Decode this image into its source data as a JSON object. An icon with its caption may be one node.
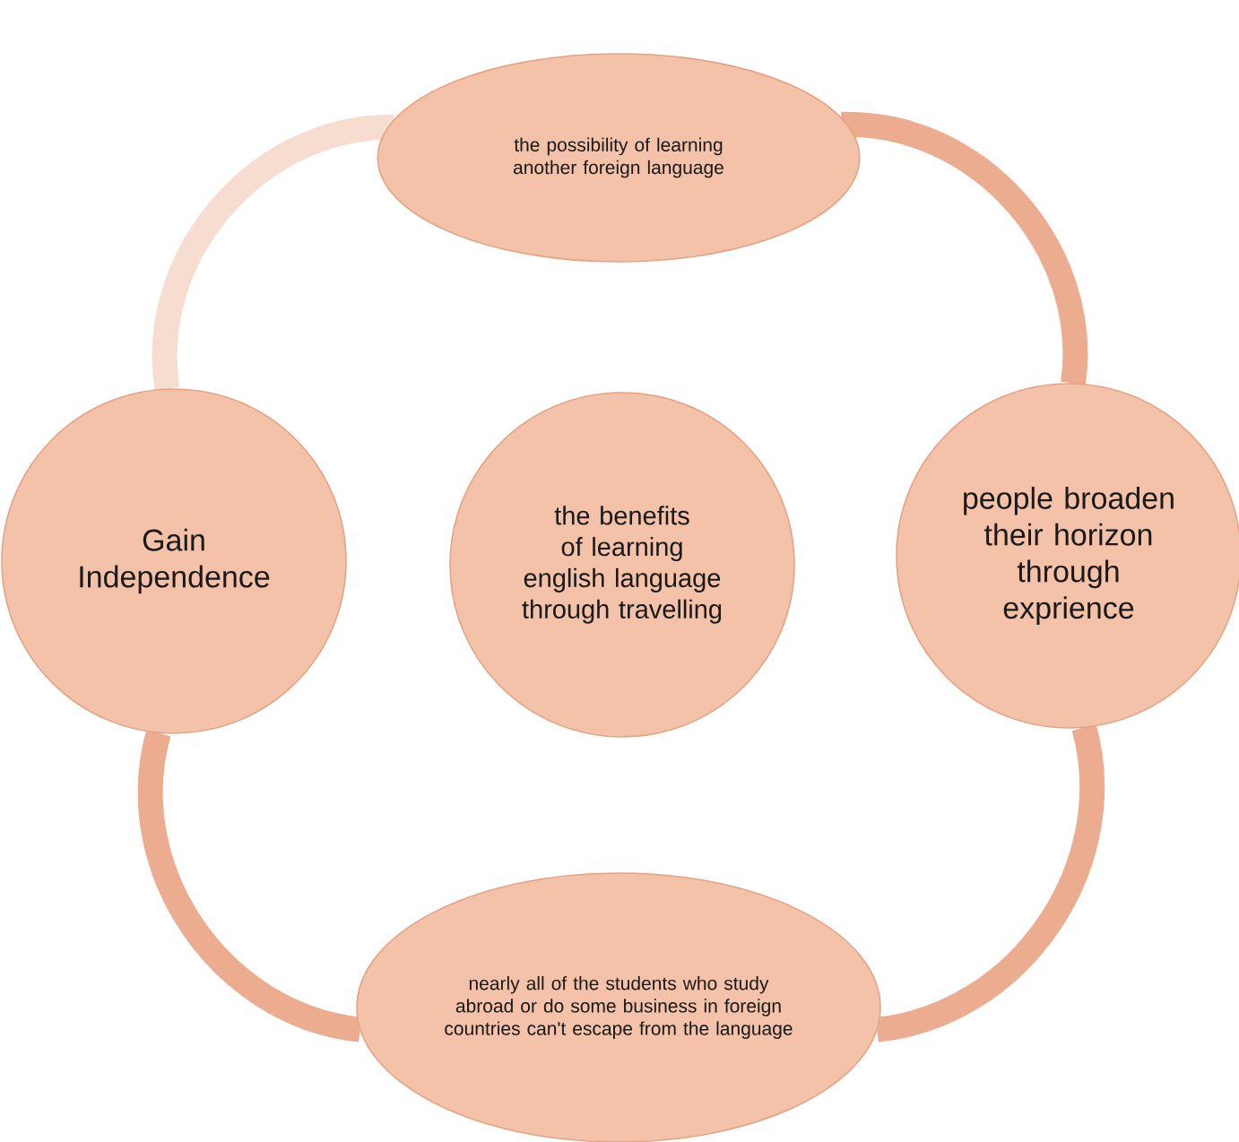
{
  "diagram": {
    "nodes": [
      {
        "text": [
          "the possibility of learning another foreign language"
        ]
      },
      {
        "text": [
          "people broaden their horizon through exprience"
        ]
      },
      {
        "text": [
          "nearly all of the students who study abroad or do some business in foreign countries can't escape from the language"
        ]
      },
      {
        "text": [
          "Gain Independence"
        ]
      },
      {
        "text": [
          "the benefits of learning english language through travelling"
        ]
      }
    ],
    "edges": [
      {
        "from": 0,
        "to": 1,
        "arrow": "none"
      },
      {
        "from": 1,
        "to": 2,
        "arrow": "none"
      },
      {
        "from": 2,
        "to": 3,
        "arrow": "none"
      },
      {
        "from": 3,
        "to": 0,
        "arrow": "none",
        "color": "#f7ddd0"
      }
    ]
  }
}
